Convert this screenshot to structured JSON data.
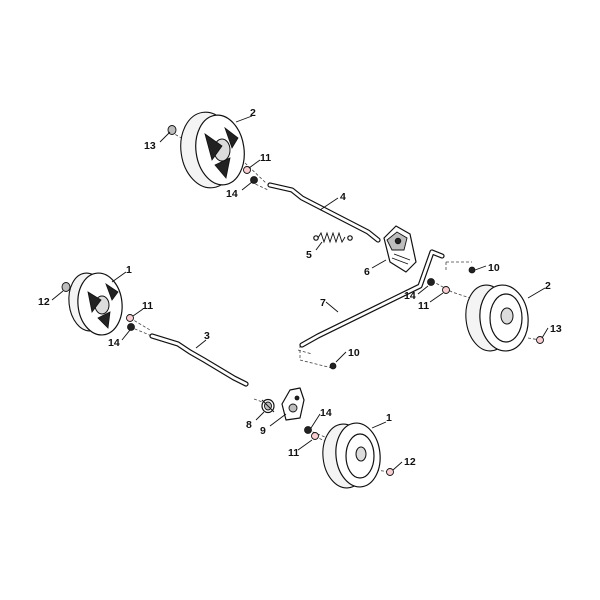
{
  "diagram": {
    "background": "#ffffff",
    "line_color": "#111111",
    "accent_color": "#f7cfd3",
    "callouts": [
      "1",
      "2",
      "13",
      "11",
      "14",
      "4",
      "5",
      "6",
      "10",
      "7",
      "12",
      "3",
      "8",
      "9"
    ],
    "parts": [
      {
        "number": "1",
        "kind": "wheel"
      },
      {
        "number": "2",
        "kind": "wheel"
      },
      {
        "number": "3",
        "kind": "axle"
      },
      {
        "number": "4",
        "kind": "axle"
      },
      {
        "number": "5",
        "kind": "spring"
      },
      {
        "number": "6",
        "kind": "height-adjuster"
      },
      {
        "number": "7",
        "kind": "rod"
      },
      {
        "number": "8",
        "kind": "spring"
      },
      {
        "number": "9",
        "kind": "height-adjuster"
      },
      {
        "number": "10",
        "kind": "screw"
      },
      {
        "number": "11",
        "kind": "washer"
      },
      {
        "number": "12",
        "kind": "hub-cap"
      },
      {
        "number": "13",
        "kind": "hub-cap"
      },
      {
        "number": "14",
        "kind": "nut"
      }
    ]
  }
}
